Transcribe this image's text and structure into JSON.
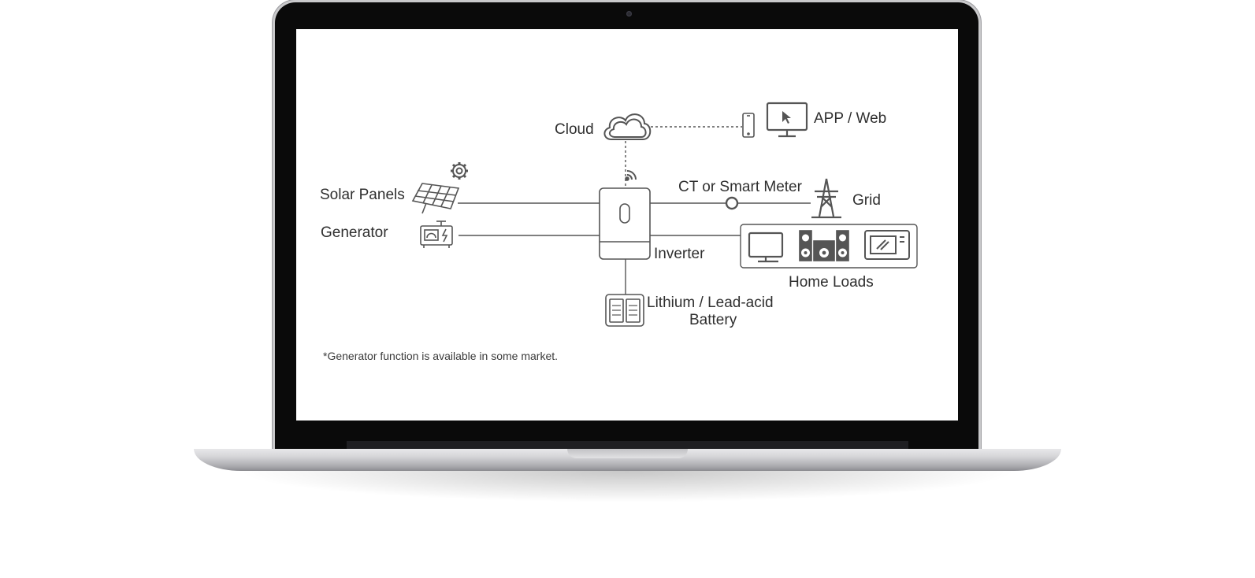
{
  "diagram": {
    "labels": {
      "cloud": "Cloud",
      "app_web": "APP / Web",
      "solar_panels": "Solar Panels",
      "generator": "Generator",
      "ct_smart_meter": "CT or Smart Meter",
      "grid": "Grid",
      "inverter": "Inverter",
      "home_loads": "Home Loads",
      "battery_line1": "Lithium / Lead-acid",
      "battery_line2": "Battery"
    },
    "footnote": "*Generator function is available in some market."
  },
  "icons": [
    "cloud-icon",
    "phone-icon",
    "monitor-icon",
    "solar-panel-icon",
    "gear-icon",
    "generator-icon",
    "wifi-icon",
    "inverter-icon",
    "meter-icon",
    "pylon-icon",
    "tv-icon",
    "speaker-icon",
    "microwave-icon",
    "battery-icon"
  ],
  "colors": {
    "line": "#555555",
    "text": "#2f2f2f",
    "frame": "#0a0a0a",
    "chassis": "#d5d5d8"
  }
}
